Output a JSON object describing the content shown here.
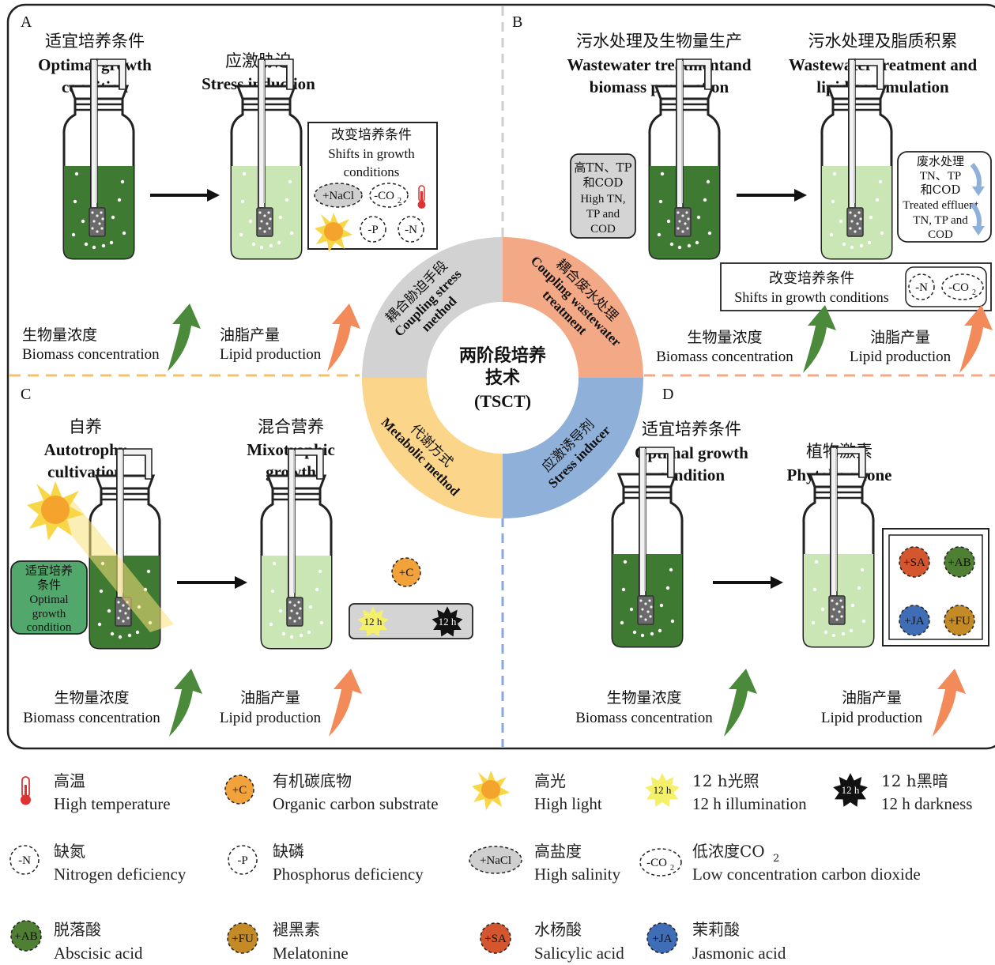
{
  "colors": {
    "dark_culture": "#3f7a32",
    "light_culture": "#c9e6b4",
    "ring_grey": "#d0d0d0",
    "ring_salmon": "#f3a886",
    "ring_yellow": "#fad58a",
    "ring_blue": "#8fb0d8",
    "arrow_green": "#4a8a3a",
    "arrow_orange": "#f28a5a",
    "divider_yellow": "#f5c06b",
    "divider_blue": "#8aa8d8",
    "divider_salmon": "#f3a886",
    "sa": "#d4562e",
    "ab": "#4f7f33",
    "ja": "#3f6db6",
    "fu": "#c38a25",
    "carbon": "#f2a23a"
  },
  "center": {
    "cn_line1": "两阶段培养",
    "cn_line2": "技术",
    "en": "(TSCT)"
  },
  "ring": {
    "top_left": {
      "cn": "耦合胁迫手段",
      "en_line1": "Coupling stress",
      "en_line2": "method"
    },
    "top_right": {
      "cn": "耦合废水处理",
      "en_line1": "Coupling wastewater",
      "en_line2": "treatment"
    },
    "bottom_left": {
      "cn": "代谢方式",
      "en": "Metabolic method"
    },
    "bottom_right": {
      "cn": "应激诱导剂",
      "en": "Stress inducer"
    }
  },
  "panel_a": {
    "letter": "A",
    "stage1": {
      "cn": "适宜培养条件",
      "en_line1": "Optimal growth",
      "en_line2": "condition"
    },
    "stage2": {
      "cn": "应激胁迫",
      "en": "Stress induction"
    },
    "box": {
      "cn": "改变培养条件",
      "en_line1": "Shifts in growth",
      "en_line2": "conditions",
      "nacl": "+NaCl",
      "co2": "-CO",
      "co2_sub": "2",
      "p": "-P",
      "n": "-N"
    },
    "biomass": {
      "cn": "生物量浓度",
      "en": "Biomass concentration"
    },
    "lipid": {
      "cn": "油脂产量",
      "en": "Lipid production"
    }
  },
  "panel_b": {
    "letter": "B",
    "stage1": {
      "cn": "污水处理及生物量生产",
      "en_line1": "Wastewater treatmentand",
      "en_line2": "biomass production"
    },
    "stage2": {
      "cn": "污水处理及脂质积累",
      "en_line1": "Wastewater treatment and",
      "en_line2": "lipid accumulation"
    },
    "high_box": {
      "l1": "高TN、TP",
      "l2": "和COD",
      "l3": "High TN,",
      "l4": "TP and",
      "l5": "COD"
    },
    "treated_box": {
      "l1": "废水处理",
      "l2": "TN、TP",
      "l3": "和COD",
      "l4": "Treated effluent",
      "l5": "TN, TP and",
      "l6": "COD"
    },
    "shift_box": {
      "cn": "改变培养条件",
      "en": "Shifts in growth conditions",
      "n": "-N",
      "co2": "-CO",
      "co2_sub": "2"
    },
    "biomass": {
      "cn": "生物量浓度",
      "en": "Biomass concentration"
    },
    "lipid": {
      "cn": "油脂产量",
      "en": "Lipid production"
    }
  },
  "panel_c": {
    "letter": "C",
    "stage1": {
      "cn": "自养",
      "en_line1": "Autotrophy",
      "en_line2": "cultivation"
    },
    "stage2": {
      "cn": "混合营养",
      "en_line1": "Mixotrophic",
      "en_line2": "growth"
    },
    "green_box": {
      "cn_line1": "适宜培养",
      "cn_line2": "条件",
      "en_line1": "Optimal",
      "en_line2": "growth",
      "en_line3": "condition"
    },
    "carbon": "+C",
    "light": "12 h",
    "dark": "12 h",
    "biomass": {
      "cn": "生物量浓度",
      "en": "Biomass concentration"
    },
    "lipid": {
      "cn": "油脂产量",
      "en": "Lipid production"
    }
  },
  "panel_d": {
    "letter": "D",
    "stage1": {
      "cn": "适宜培养条件",
      "en_line1": "Optimal growth",
      "en_line2": "condition"
    },
    "stage2": {
      "cn": "植物激素",
      "en": "Phytohormone"
    },
    "hormones": {
      "sa": "+SA",
      "ab": "+AB",
      "ja": "+JA",
      "fu": "+FU"
    },
    "biomass": {
      "cn": "生物量浓度",
      "en": "Biomass concentration"
    },
    "lipid": {
      "cn": "油脂产量",
      "en": "Lipid production"
    }
  },
  "legend": [
    {
      "cn": "高温",
      "en": "High temperature"
    },
    {
      "badge": "+C",
      "cn": "有机碳底物",
      "en": "Organic carbon substrate"
    },
    {
      "cn": "高光",
      "en": "High light"
    },
    {
      "badge": "12 h",
      "cn": "12 h光照",
      "en": "12 h illumination"
    },
    {
      "badge": "12 h",
      "cn": "12 h黑暗",
      "en": "12 h darkness"
    },
    {
      "badge": "-N",
      "cn": "缺氮",
      "en": "Nitrogen deficiency"
    },
    {
      "badge": "-P",
      "cn": "缺磷",
      "en": "Phosphorus deficiency"
    },
    {
      "badge": "+NaCl",
      "cn": "高盐度",
      "en": "High salinity"
    },
    {
      "badge": "-CO",
      "badge_sub": "2",
      "cn": "低浓度CO",
      "cn_sub": "2",
      "en": "Low concentration carbon dioxide"
    },
    {
      "badge": "+AB",
      "cn": "脱落酸",
      "en": "Abscisic acid"
    },
    {
      "badge": "+FU",
      "cn": "褪黑素",
      "en": "Melatonine"
    },
    {
      "badge": "+SA",
      "cn": "水杨酸",
      "en": "Salicylic acid"
    },
    {
      "badge": "+JA",
      "cn": "茉莉酸",
      "en": "Jasmonic acid"
    }
  ]
}
